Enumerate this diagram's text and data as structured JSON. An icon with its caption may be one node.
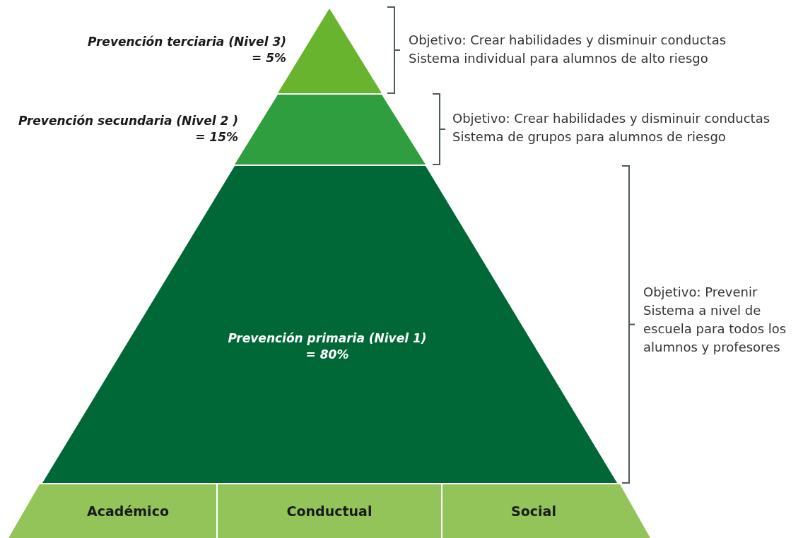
{
  "diagram": {
    "nodes": [
      {
        "text": [
          "Prevención terciaria (Nivel 3) = 5%"
        ],
        "beside": [
          "Objetivo: Crear habilidades y disminuir conductas",
          "Sistema individual para alumnos de alto riesgo"
        ]
      },
      {
        "text": [
          "Prevención secundaria (Nivel 2 ) = 15%"
        ],
        "beside": [
          "Objetivo: Crear habilidades y disminuir conductas",
          "Sistema de grupos para alumnos de riesgo"
        ]
      },
      {
        "text": [
          "Prevención primaria (Nivel 1) = 80%"
        ],
        "beside": [
          "Objetivo: Prevenir",
          "Sistema a nivel de escuela para todos los alumnos y profesores"
        ]
      },
      {
        "text": [
          "Académico"
        ]
      },
      {
        "text": [
          "Conductual"
        ]
      },
      {
        "text": [
          "Social"
        ]
      }
    ]
  }
}
